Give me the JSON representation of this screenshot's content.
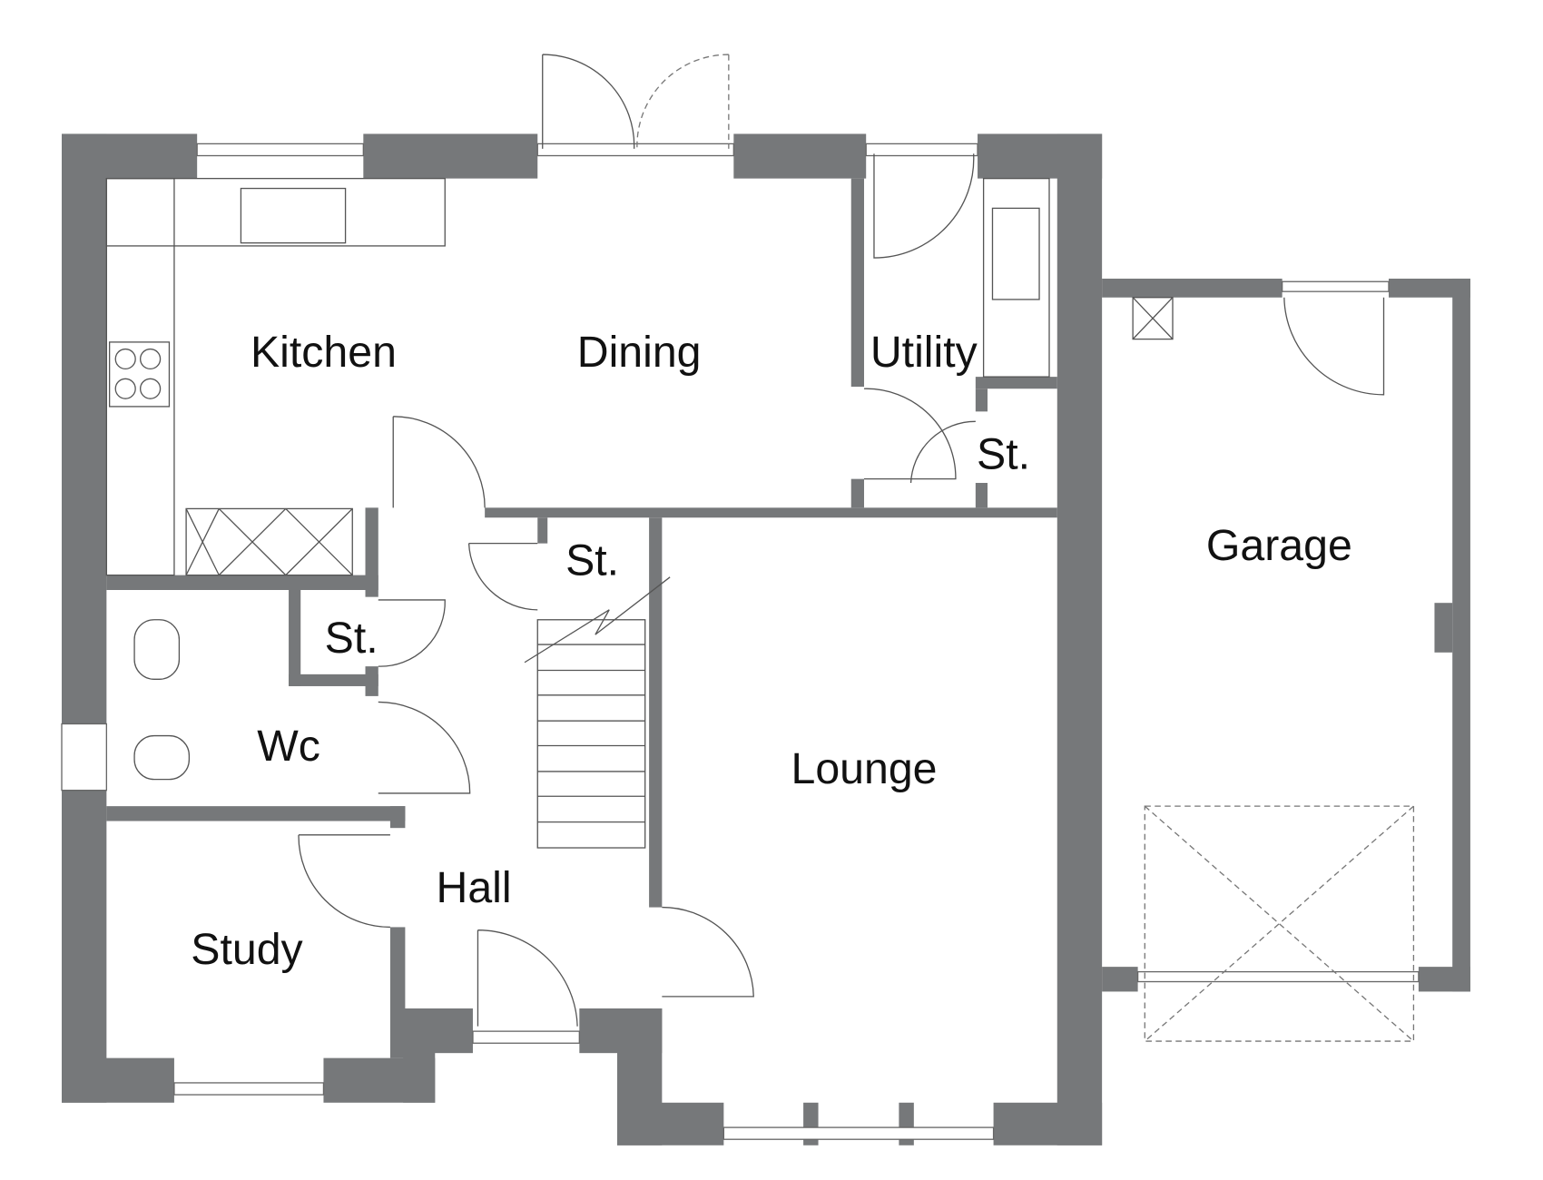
{
  "plan": {
    "wall_color": "#76787a",
    "rooms": [
      {
        "id": "kitchen",
        "label": "Kitchen"
      },
      {
        "id": "dining",
        "label": "Dining"
      },
      {
        "id": "utility",
        "label": "Utility"
      },
      {
        "id": "utility-store",
        "label": "St."
      },
      {
        "id": "garage",
        "label": "Garage"
      },
      {
        "id": "hall-store",
        "label": "St."
      },
      {
        "id": "wc-store",
        "label": "St."
      },
      {
        "id": "wc",
        "label": "Wc"
      },
      {
        "id": "lounge",
        "label": "Lounge"
      },
      {
        "id": "hall",
        "label": "Hall"
      },
      {
        "id": "study",
        "label": "Study"
      }
    ]
  }
}
